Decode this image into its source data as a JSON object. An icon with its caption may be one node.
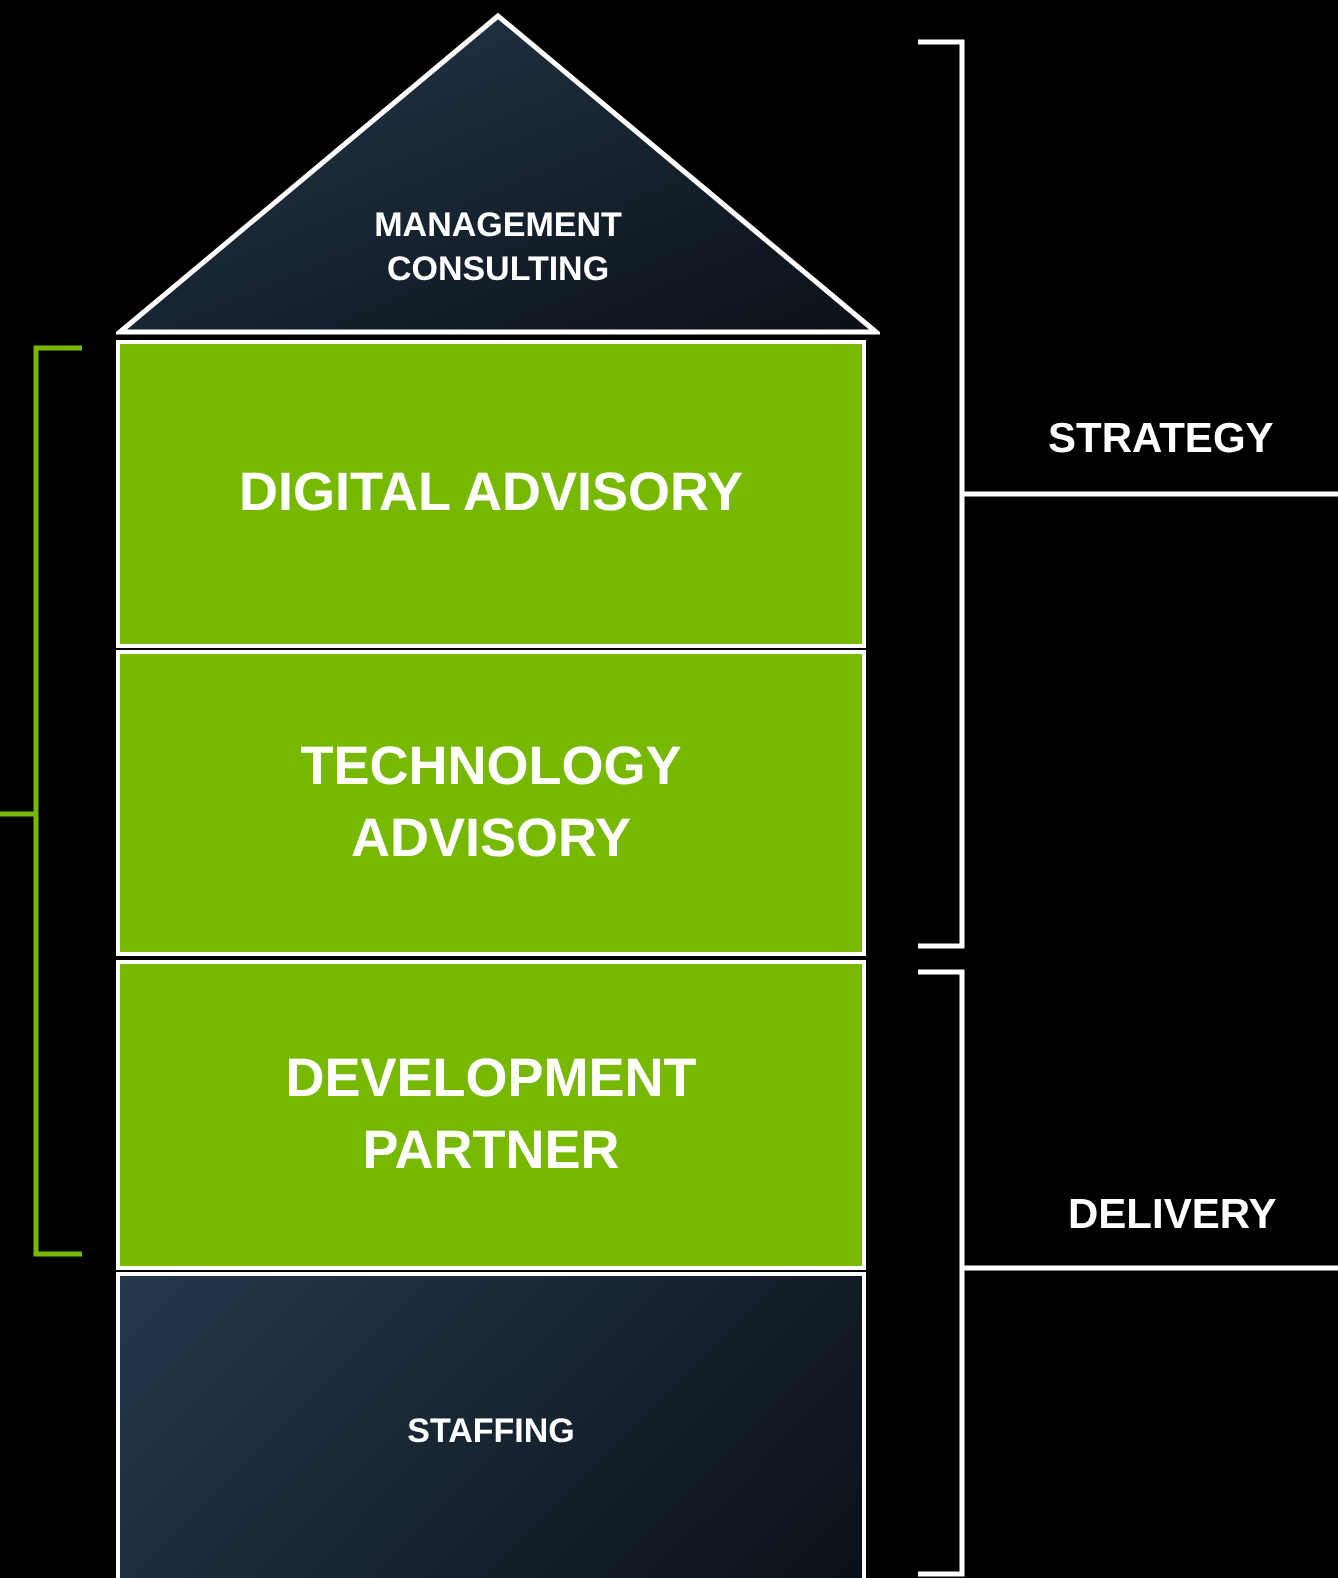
{
  "diagram": {
    "nodes": [
      {
        "text": [
          "MANAGEMENT CONSULTING"
        ]
      },
      {
        "text": [
          "DIGITAL ADVISORY"
        ]
      },
      {
        "text": [
          "TECHNOLOGY ADVISORY"
        ]
      },
      {
        "text": [
          "DEVELOPMENT PARTNER"
        ]
      },
      {
        "text": [
          "STAFFING"
        ]
      }
    ],
    "edges": [],
    "labels": [
      "STRATEGY",
      "DELIVERY"
    ]
  }
}
